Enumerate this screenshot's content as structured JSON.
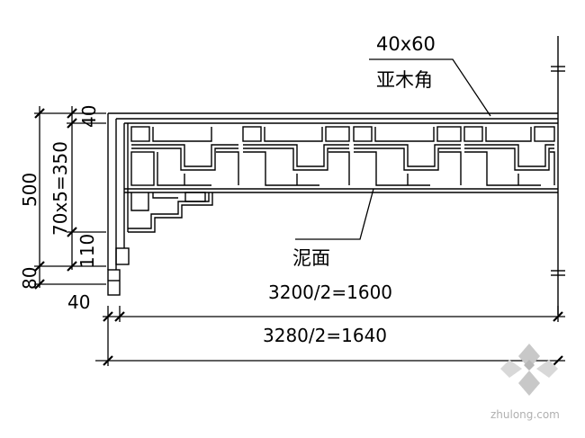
{
  "drawing": {
    "member_size_label": "40x60",
    "member_material_label": "亚木角",
    "infill_label": "泥面",
    "inner_span_label": "3200/2=1600",
    "outer_span_label": "3280/2=1640",
    "total_height_label": "500",
    "top_rail_label": "40",
    "lattice_label": "70x5=350",
    "bottom_rail_label": "110",
    "base_label": "80",
    "plinth_label": "40"
  },
  "watermark": {
    "logo_icon": "zhulong-logo-icon",
    "text": "zhulong.com",
    "color": "#b0b0b0"
  }
}
